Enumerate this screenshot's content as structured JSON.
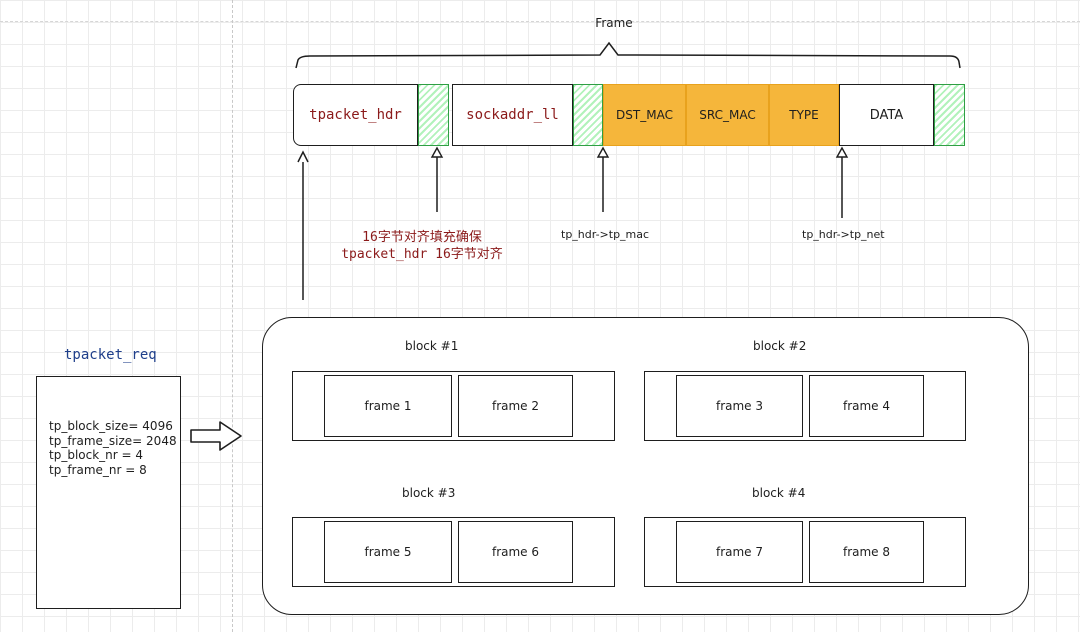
{
  "frame_title": "Frame",
  "segments": {
    "tpacket_hdr": "tpacket_hdr",
    "sockaddr_ll": "sockaddr_ll",
    "dst_mac": "DST_MAC",
    "src_mac": "SRC_MAC",
    "type": "TYPE",
    "data": "DATA"
  },
  "notes": {
    "padding_line1": "16字节对齐填充确保",
    "padding_line2": "tpacket_hdr 16字节对齐",
    "tp_mac": "tp_hdr->tp_mac",
    "tp_net": "tp_hdr->tp_net"
  },
  "req": {
    "title": "tpacket_req",
    "lines": [
      "tp_block_size= 4096",
      "tp_frame_size= 2048",
      "tp_block_nr  = 4",
      "tp_frame_nr  = 8"
    ]
  },
  "blocks": [
    {
      "label": "block #1",
      "frames": [
        "frame 1",
        "frame 2"
      ]
    },
    {
      "label": "block #2",
      "frames": [
        "frame 3",
        "frame 4"
      ]
    },
    {
      "label": "block #3",
      "frames": [
        "frame 5",
        "frame 6"
      ]
    },
    {
      "label": "block #4",
      "frames": [
        "frame 7",
        "frame 8"
      ]
    }
  ],
  "colors": {
    "header_bytes": "#f5b63b",
    "padding_hatch": "#2f9e44",
    "code_text": "#8b1a1a",
    "req_title": "#1f3f8b"
  }
}
